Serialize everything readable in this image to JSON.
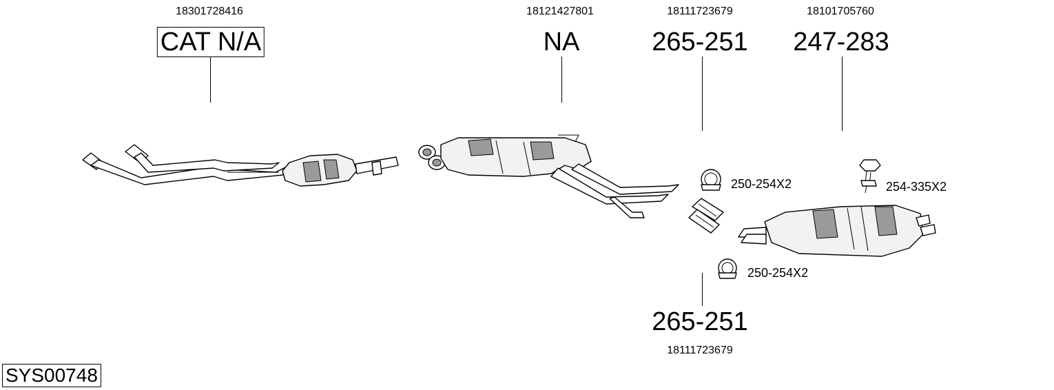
{
  "diagram_id": "SYS00748",
  "parts": [
    {
      "key": "cat",
      "oe_number": "18301728416",
      "part_number": "CAT N/A",
      "boxed": true
    },
    {
      "key": "mid",
      "oe_number": "18121427801",
      "part_number": "NA",
      "boxed": false
    },
    {
      "key": "clamp_top",
      "oe_number": "18111723679",
      "part_number": "265-251",
      "boxed": false
    },
    {
      "key": "rear",
      "oe_number": "18101705760",
      "part_number": "247-283",
      "boxed": false
    },
    {
      "key": "clamp_bottom",
      "oe_number": "18111723679",
      "part_number": "265-251",
      "boxed": false
    }
  ],
  "accessories": [
    {
      "key": "clamp_ring_1",
      "label": "250-254X2",
      "icon": "clamp-ring-icon"
    },
    {
      "key": "clamp_ring_2",
      "label": "250-254X2",
      "icon": "clamp-ring-icon"
    },
    {
      "key": "hanger",
      "label": "254-335X2",
      "icon": "rubber-hanger-icon"
    }
  ]
}
